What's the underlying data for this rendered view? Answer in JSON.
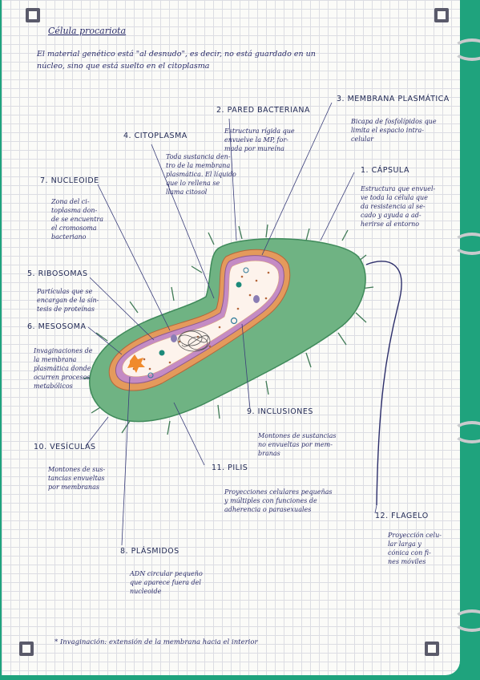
{
  "title": "Célula procariota",
  "intro": "El material genético está \"al desnudo\", es decir, no está guardado en un\nnúcleo, sino que está suelto en el citoplasma",
  "labels": [
    {
      "key": "pared",
      "name": "2. PARED BACTERIANA",
      "desc": "Estructura rígida que\nenvuelve la MP, for-\nmada por mureína"
    },
    {
      "key": "membrana",
      "name": "3. MEMBRANA PLASMÁTICA",
      "desc": "Bicapa de fosfolípidos que\nlimita el espacio intra-\ncelular"
    },
    {
      "key": "citoplasma",
      "name": "4. CITOPLASMA",
      "desc": "Toda sustancia den-\ntro de la membrana\nplasmática. El líquido\nque lo rellena se\nllama citosol"
    },
    {
      "key": "capsula",
      "name": "1. CÁPSULA",
      "desc": "Estructura que envuel-\nve toda la célula que\nda resistencia al se-\ncado y ayuda a ad-\nherirse al entorno"
    },
    {
      "key": "nucleoide",
      "name": "7. NUCLEOIDE",
      "desc": "Zona del ci-\ntoplasma don-\nde se encuentra\nel cromosoma\nbacteriano"
    },
    {
      "key": "ribosomas",
      "name": "5. RIBOSOMAS",
      "desc": "Partículas que se\nencargan de la sín-\ntesis de proteínas"
    },
    {
      "key": "mesosoma",
      "name": "6. MESOSOMA",
      "desc": "Invaginaciones de\nla membrana\nplasmática donde\nocurren procesos\nmetabólicos"
    },
    {
      "key": "inclusiones",
      "name": "9. INCLUSIONES",
      "desc": "Montones de sustancias\nno envueltas por mem-\nbranas"
    },
    {
      "key": "vesiculas",
      "name": "10. VESÍCULAS",
      "desc": "Montones de sus-\ntancias envueltas\npor membranas"
    },
    {
      "key": "pilis",
      "name": "11. PILIS",
      "desc": "Proyecciones celulares pequeñas\ny múltiples con funciones de\nadherencia o parasexuales"
    },
    {
      "key": "flagelo",
      "name": "12. FLAGELO",
      "desc": "Proyección celu-\nlar larga y\ncónica con fi-\nnes móviles"
    },
    {
      "key": "plasmidos",
      "name": "8. PLÁSMIDOS",
      "desc": "ADN circular pequeño\nque aparece fuera del\nnucleoide"
    }
  ],
  "footnote": "* Invaginación: extensión de la membrana hacia el interior",
  "colors": {
    "capsule": "#6fb383",
    "capsule_dark": "#3f8a5a",
    "wall": "#e49a5c",
    "membrane": "#c48bc4",
    "cytoplasm": "#fdf3ec",
    "ink": "#2b2d6a",
    "tape": "#1fa37d"
  }
}
